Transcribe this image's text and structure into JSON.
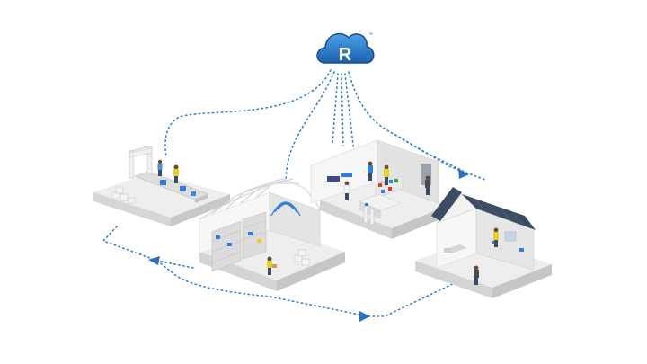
{
  "logo": {
    "letter": "R",
    "trademark": "™",
    "colors": {
      "cloud_dark": "#1d5fae",
      "cloud_light": "#4aa3e6",
      "letter": "#ffffff"
    }
  },
  "palette": {
    "link_dots": "#3a86c8",
    "arrow": "#2a6fc0",
    "floor": "#eeeeee",
    "floor_side": "#d2d2d2",
    "wall": "#f7f7f7",
    "wall_side": "#dcdcdc",
    "worker_vest": "#e8d028",
    "item_blue": "#2f7fd6"
  },
  "scenes": [
    {
      "id": "factory",
      "icon": "factory-conveyor-icon"
    },
    {
      "id": "warehouse",
      "icon": "warehouse-shelves-icon"
    },
    {
      "id": "retail",
      "icon": "retail-store-icon"
    },
    {
      "id": "home",
      "icon": "smart-home-icon"
    }
  ]
}
